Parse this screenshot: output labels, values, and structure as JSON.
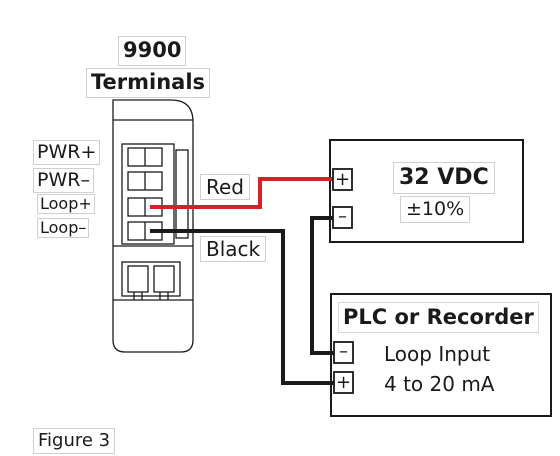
{
  "device": {
    "model": "9900",
    "subtitle": "Terminals",
    "terminals": [
      "PWR+",
      "PWR–",
      "Loop+",
      "Loop–"
    ]
  },
  "wires": {
    "red_label": "Red",
    "black_label": "Black",
    "red_color": "#d61f26",
    "black_color": "#1a1a1a"
  },
  "power_supply": {
    "label": "32 VDC",
    "tolerance": "±10%",
    "plus_symbol": "+",
    "minus_symbol": "–"
  },
  "plc": {
    "label": "PLC or Recorder",
    "input_label": "Loop Input",
    "range": "4 to 20 mA",
    "plus_symbol": "+",
    "minus_symbol": "–"
  },
  "caption": "Figure 3"
}
